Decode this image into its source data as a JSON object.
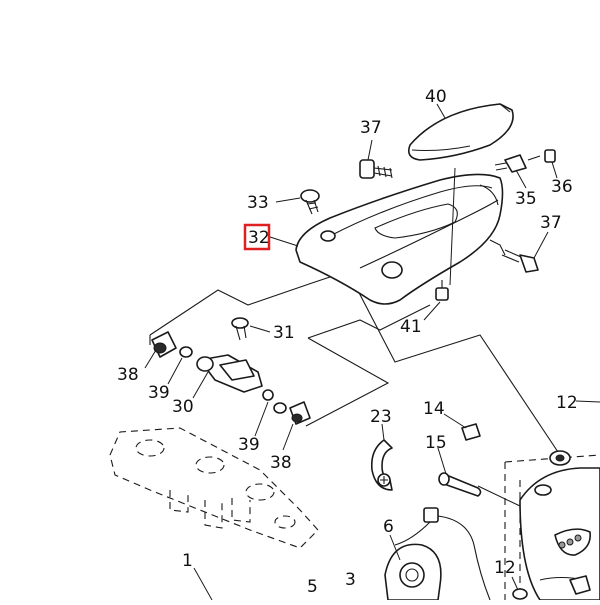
{
  "callouts": {
    "c1": "1",
    "c3": "3",
    "c5": "5",
    "c6": "6",
    "c12a": "12",
    "c12b": "12",
    "c14": "14",
    "c15": "15",
    "c23": "23",
    "c30": "30",
    "c31": "31",
    "c32": "32",
    "c33": "33",
    "c35": "35",
    "c36": "36",
    "c37a": "37",
    "c37b": "37",
    "c38a": "38",
    "c38b": "38",
    "c39a": "39",
    "c39b": "39",
    "c40": "40",
    "c41": "41"
  },
  "highlight": {
    "label": "32",
    "color": "#e02020"
  }
}
